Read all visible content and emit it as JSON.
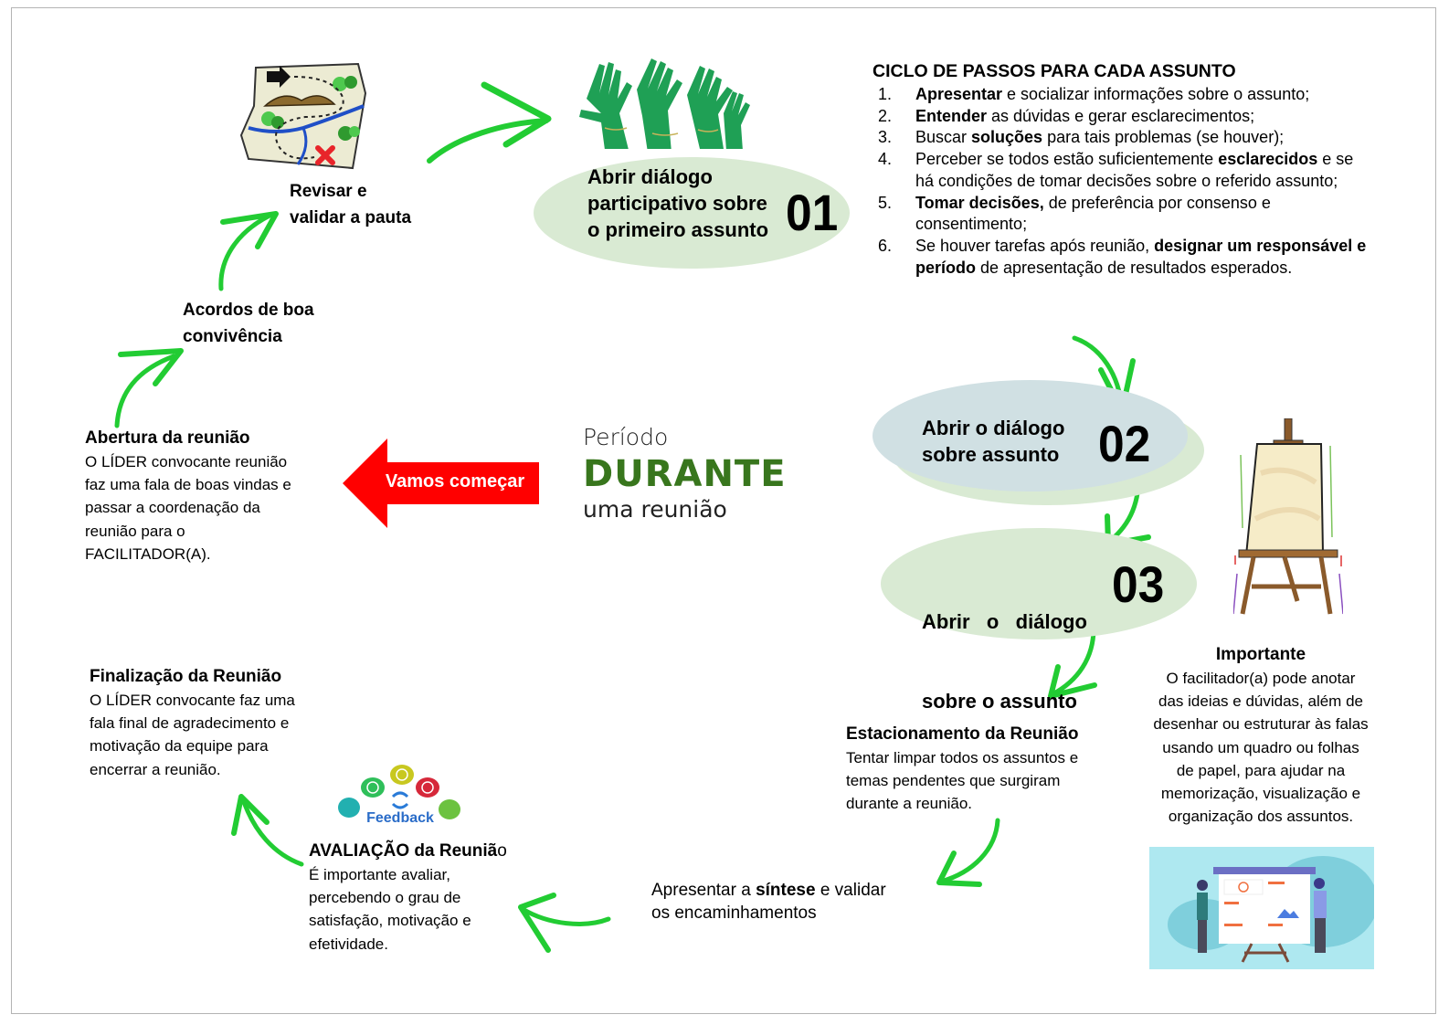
{
  "center": {
    "line1": "Período",
    "line2": "DURANTE",
    "line3": "uma reunião"
  },
  "start_arrow": {
    "label": "Vamos começar",
    "color": "#ff0000"
  },
  "steps": {
    "abertura": {
      "title": "Abertura da reunião",
      "lines": [
        "O LÍDER  convocante reunião",
        "faz uma fala de boas vindas e",
        "passar a coordenação da",
        "reunião para o",
        "FACILITADOR(A)."
      ]
    },
    "acordos": {
      "lines": [
        "Acordos de boa",
        "convivência"
      ]
    },
    "revisar": {
      "lines": [
        "Revisar e",
        "validar a pauta"
      ]
    },
    "dialogo_01": {
      "lines": [
        "Abrir  diálogo",
        "participativo sobre",
        "o primeiro assunto"
      ],
      "number": "01"
    },
    "dialogo_02": {
      "lines": [
        "Abrir o diálogo",
        "sobre assunto"
      ],
      "number": "02"
    },
    "dialogo_03": {
      "lines": [
        "Abrir   o   diálogo",
        "sobre o assunto"
      ],
      "number": "03"
    },
    "estacionamento": {
      "title": "Estacionamento da Reunião",
      "lines": [
        "Tentar limpar todos os assuntos e",
        "temas pendentes que surgiram",
        "durante a reunião."
      ]
    },
    "sintese": {
      "pre": "Apresentar a ",
      "bold": "síntese",
      "post": " e validar",
      "line2": "os encaminhamentos"
    },
    "avaliacao": {
      "title": "AVALIAÇÃO da Reuniã",
      "title_tail": "o",
      "lines": [
        "É importante avaliar,",
        "percebendo o grau de",
        "satisfação, motivação e",
        "efetividade."
      ],
      "feedback_label": "Feedback"
    },
    "finalizacao": {
      "title": "Finalização da Reunião",
      "lines": [
        "O LÍDER  convocante faz uma",
        "fala final de agradecimento e",
        "motivação da equipe para",
        "encerrar a reunião."
      ]
    }
  },
  "cycle": {
    "title": "CICLO DE PASSOS PARA CADA ASSUNTO",
    "items": [
      {
        "num": "1.",
        "parts": [
          {
            "b": "Apresentar"
          },
          {
            "t": " e socializar informações sobre o assunto;"
          }
        ]
      },
      {
        "num": "2.",
        "parts": [
          {
            "b": "Entender"
          },
          {
            "t": " as dúvidas e gerar esclarecimentos;"
          }
        ]
      },
      {
        "num": "3.",
        "parts": [
          {
            "t": "Buscar "
          },
          {
            "b": "soluções"
          },
          {
            "t": " para tais problemas (se houver);"
          }
        ]
      },
      {
        "num": "4.",
        "parts": [
          {
            "t": "Perceber se todos estão suficientemente "
          },
          {
            "b": "esclarecidos"
          },
          {
            "t": " e se há condições de tomar decisões sobre o referido assunto;"
          }
        ]
      },
      {
        "num": "5.",
        "parts": [
          {
            "b": "Tomar  decisões,"
          },
          {
            "t": " de preferência por consenso e consentimento;"
          }
        ]
      },
      {
        "num": "6.",
        "parts": [
          {
            "t": "Se houver tarefas após reunião, "
          },
          {
            "b": "designar um responsável e período"
          },
          {
            "t": " de apresentação de resultados esperados."
          }
        ]
      }
    ]
  },
  "importante": {
    "title": "Importante",
    "lines": [
      "O facilitador(a) pode anotar",
      "das ideias e dúvidas, além de",
      "desenhar ou estruturar às falas",
      "usando um quadro ou folhas",
      "de papel, para ajudar na",
      "memorização, visualização e",
      "organização dos assuntos."
    ]
  },
  "colors": {
    "arrow_green": "#22cc33",
    "ellipse_green": "#d9ead3",
    "ellipse_blue": "#d0e0e3",
    "durante_green": "#38761d",
    "hands_green": "#1fa055"
  }
}
